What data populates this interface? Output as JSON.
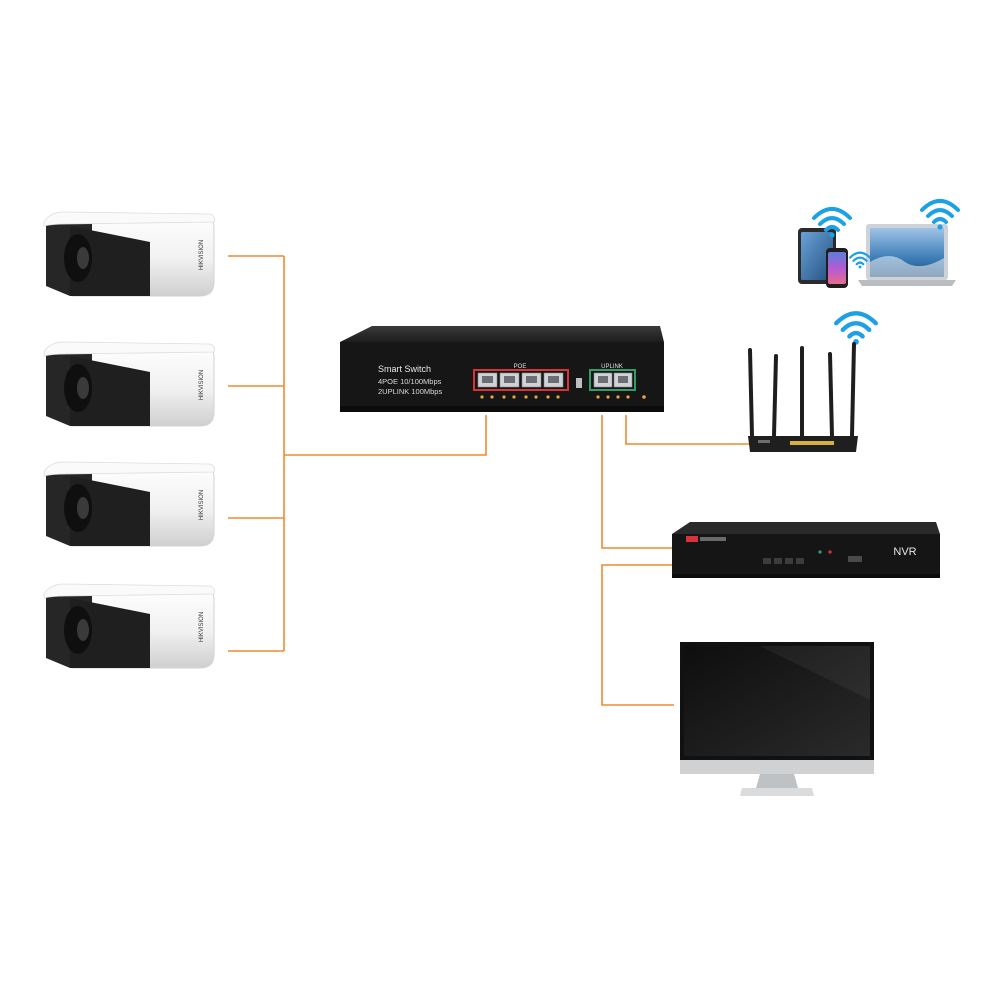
{
  "colors": {
    "cable": "#f08a2c",
    "device_dark": "#1b1b1b",
    "port_red": "#d8323a",
    "port_green": "#2f9e6a",
    "wifi": "#1da1e6",
    "camera_body": "#f4f4f4"
  },
  "cameras": [
    {
      "brand": "HIKVISION"
    },
    {
      "brand": "HIKVISION"
    },
    {
      "brand": "HIKVISION"
    },
    {
      "brand": "HIKVISION"
    }
  ],
  "switch": {
    "title": "Smart Switch",
    "line1": "4POE 10/100Mbps",
    "line2": "2UPLINK 100Mbps",
    "poe_label": "POE",
    "uplink_label": "UPLINK"
  },
  "nvr": {
    "label": "NVR"
  },
  "icons": {
    "wifi": "wifi-icon",
    "tablet": "tablet-icon",
    "phone": "phone-icon",
    "laptop": "laptop-icon",
    "router": "router-icon",
    "monitor": "monitor-icon",
    "camera": "camera-icon"
  }
}
